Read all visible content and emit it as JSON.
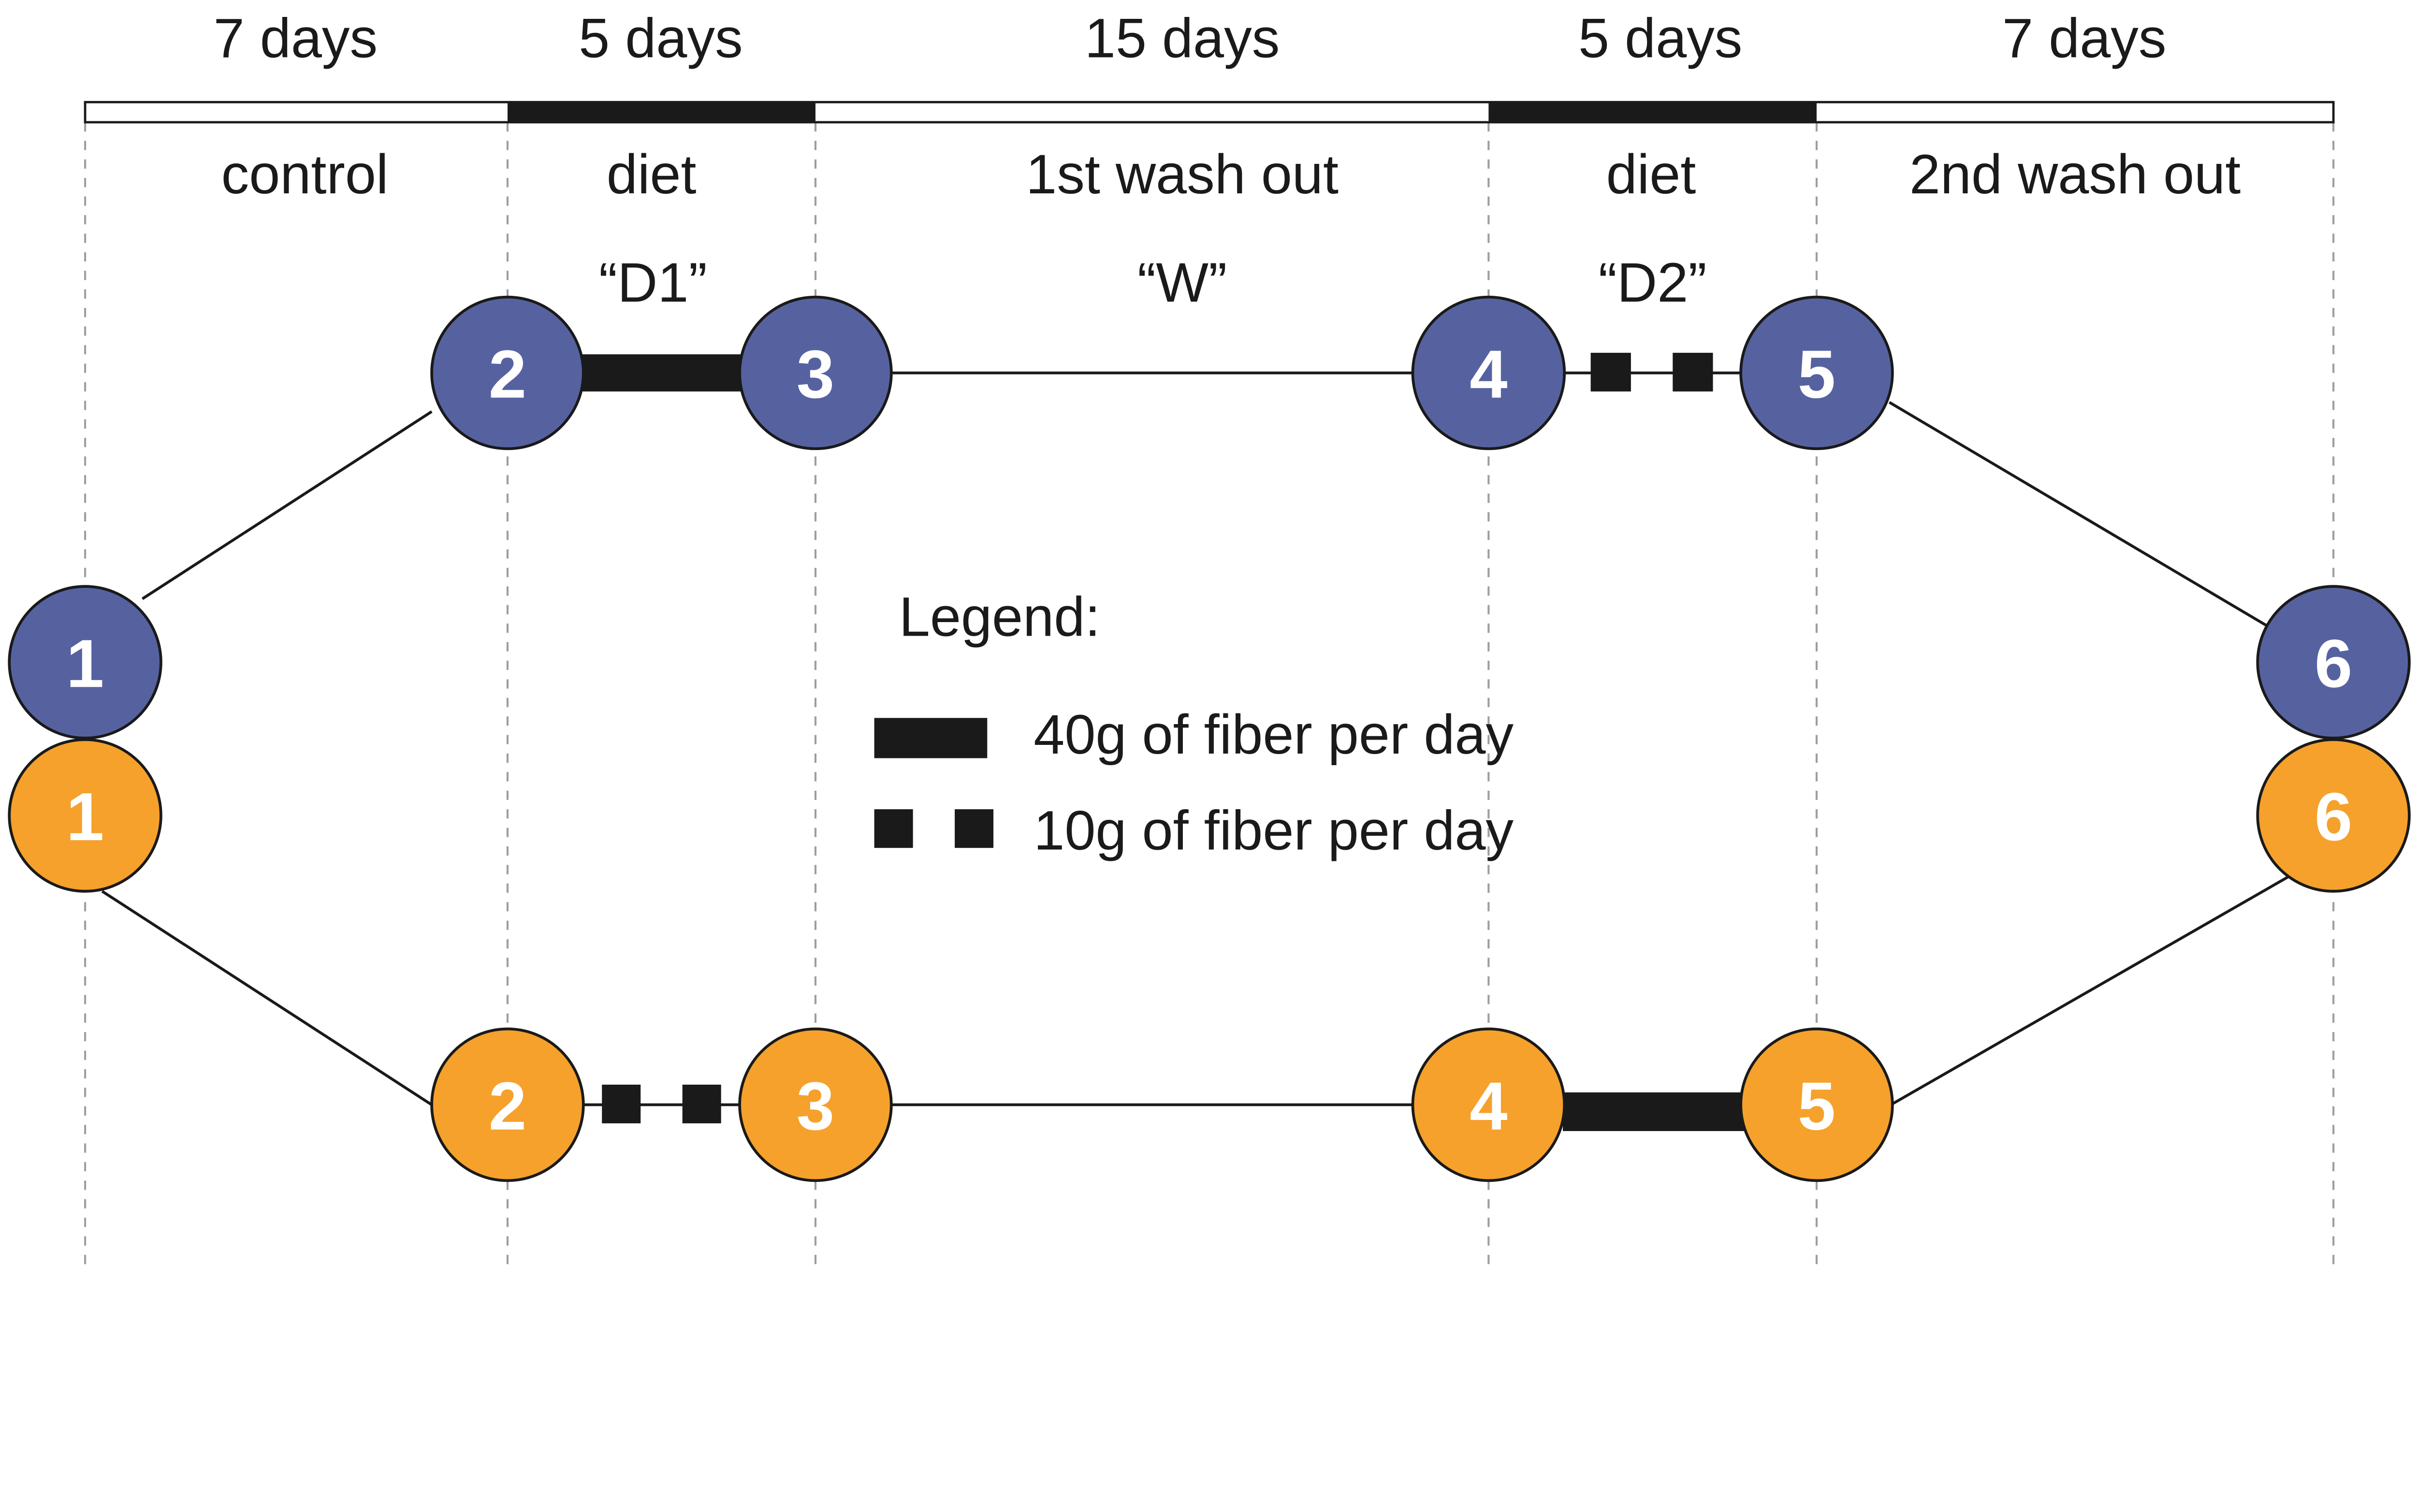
{
  "durations": [
    "7 days",
    "5 days",
    "15 days",
    "5 days",
    "7 days"
  ],
  "periods": [
    "control",
    "diet",
    "1st wash out",
    "diet",
    "2nd wash out"
  ],
  "period_codes": [
    "“D1”",
    "“W”",
    "“D2”"
  ],
  "colors": {
    "group_a": "#5662a0",
    "group_b": "#f5a12c",
    "line": "#1a1a1a",
    "grid": "#9e9e9e"
  },
  "group_a_nodes": [
    "1",
    "2",
    "3",
    "4",
    "5",
    "6"
  ],
  "group_b_nodes": [
    "1",
    "2",
    "3",
    "4",
    "5",
    "6"
  ],
  "legend": {
    "title": "Legend:",
    "high_fiber": "40g of fiber per day",
    "low_fiber": "10g of fiber per day"
  }
}
